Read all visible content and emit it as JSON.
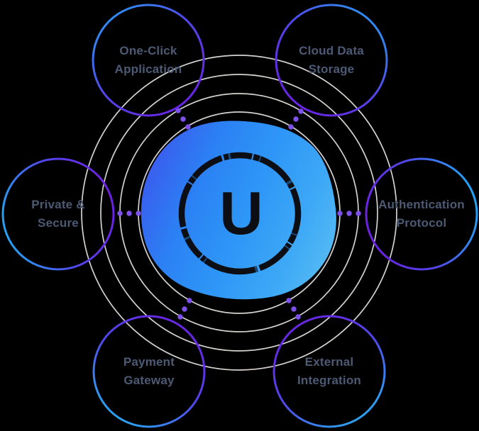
{
  "diagram": {
    "center": {
      "letter": "U"
    },
    "orbit_ring_count": 4,
    "connector_dots_per_spoke": 3,
    "colors": {
      "background": "#000000",
      "orbit_ring": "#e7e4e0",
      "connector_dot": "#7e50ec",
      "node_text": "#4c5a74",
      "node_border_blue": "#23a5f4",
      "node_border_mid": "#5148ea",
      "node_border_purple": "#6d1fe2",
      "blob_blue_deep": "#3a5bee",
      "blob_blue_main": "#2e97f7",
      "blob_blue_light": "#54baf3",
      "center_mark_black": "#0c0e13"
    },
    "nodes": [
      {
        "id": "one-click-application",
        "label": "One-Click Application",
        "line1": "One-Click",
        "line2": "Application",
        "position": "top-left"
      },
      {
        "id": "cloud-data-storage",
        "label": "Cloud Data Storage",
        "line1": "Cloud Data",
        "line2": "Storage",
        "position": "top-right"
      },
      {
        "id": "private-secure",
        "label": "Private & Secure",
        "line1": "Private &",
        "line2": "Secure",
        "position": "left"
      },
      {
        "id": "authentication-protocol",
        "label": "Authentication Protocol",
        "line1": "Authentication",
        "line2": "Protocol",
        "position": "right"
      },
      {
        "id": "payment-gateway",
        "label": "Payment Gateway",
        "line1": "Payment",
        "line2": "Gateway",
        "position": "bottom-left"
      },
      {
        "id": "external-integration",
        "label": "External Integration",
        "line1": "External",
        "line2": "Integration",
        "position": "bottom-right"
      }
    ]
  }
}
